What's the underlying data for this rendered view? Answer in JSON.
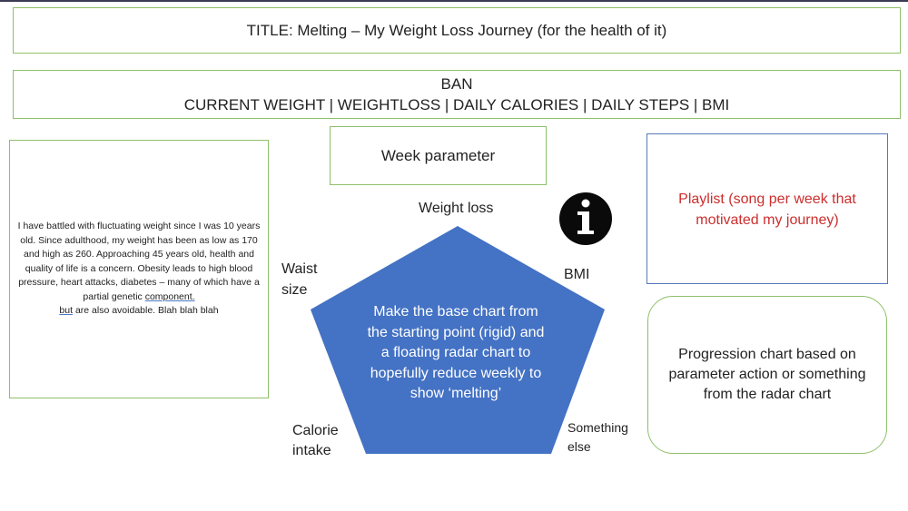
{
  "title_bar": {
    "text": "TITLE: Melting – My Weight Loss Journey (for the health of it)"
  },
  "ban": {
    "heading": "BAN",
    "metrics": "CURRENT WEIGHT | WEIGHTLOSS | DAILY CALORIES | DAILY STEPS | BMI"
  },
  "bio": {
    "text_main": "I have battled with fluctuating weight since I was 10 years old. Since adulthood, my weight has been as low as 170 and high as 260. Approaching 45 years old, health and quality of life is a concern. Obesity leads to high blood pressure, heart attacks, diabetes – many of which have a partial genetic ",
    "text_underlined_1": "component.",
    "text_underlined_2": "but",
    "text_tail": " are also avoidable. Blah blah blah"
  },
  "week_parameter": {
    "label": "Week parameter"
  },
  "radar": {
    "axes": {
      "top": "Weight loss",
      "right": "BMI",
      "left_line1": "Waist",
      "left_line2": "size",
      "bottom_left_line1": "Calorie",
      "bottom_left_line2": "intake",
      "bottom_right_line1": "Something",
      "bottom_right_line2": "else"
    },
    "center_text": "Make the base chart from the starting point (rigid) and a floating radar chart to hopefully reduce weekly to show ‘melting’",
    "fill_color": "#4472c4"
  },
  "info_icon": {
    "name": "info-icon",
    "glyph": "i"
  },
  "playlist": {
    "text": "Playlist (song per week that motivated my journey)",
    "color": "#cc2e2e"
  },
  "progression": {
    "text": "Progression chart based on parameter action or something from the radar chart"
  }
}
